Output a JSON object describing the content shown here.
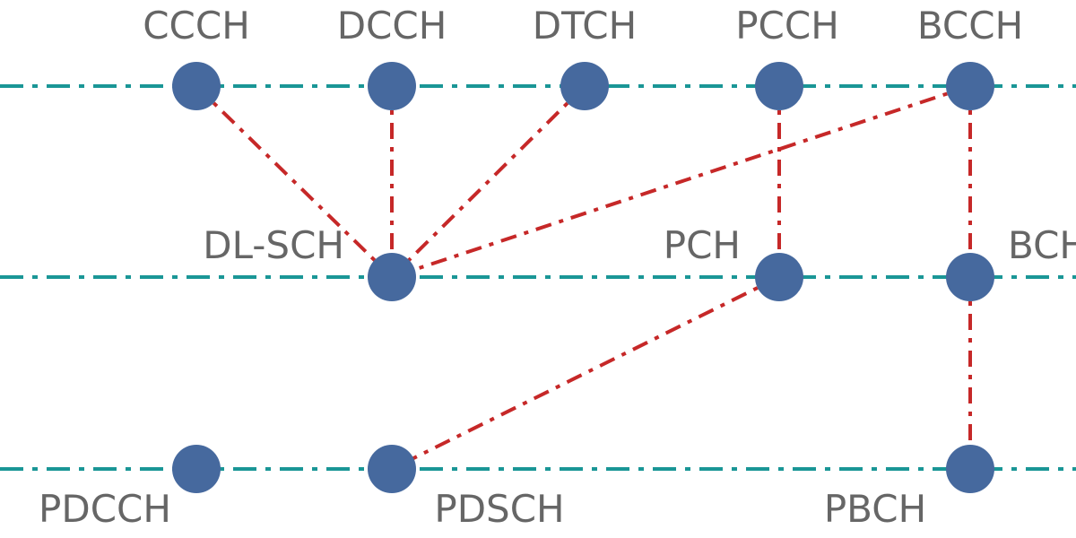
{
  "colors": {
    "layer_line": "#1a9696",
    "mapping_line": "#c62828",
    "node": "#46699e",
    "label": "#666666"
  },
  "layers": {
    "logical": {
      "ccch": "CCCH",
      "dcch": "DCCH",
      "dtch": "DTCH",
      "pcch": "PCCH",
      "bcch": "BCCH"
    },
    "transport": {
      "dlsch": "DL-SCH",
      "pch": "PCH",
      "bch": "BCH"
    },
    "physical": {
      "pdcch": "PDCCH",
      "pdsch": "PDSCH",
      "pbch": "PBCH"
    }
  },
  "mappings": [
    [
      "CCCH",
      "DL-SCH"
    ],
    [
      "DCCH",
      "DL-SCH"
    ],
    [
      "DTCH",
      "DL-SCH"
    ],
    [
      "BCCH",
      "DL-SCH"
    ],
    [
      "PCCH",
      "PCH"
    ],
    [
      "BCCH",
      "BCH"
    ],
    [
      "PCH",
      "PDSCH"
    ],
    [
      "BCH",
      "PBCH"
    ]
  ]
}
